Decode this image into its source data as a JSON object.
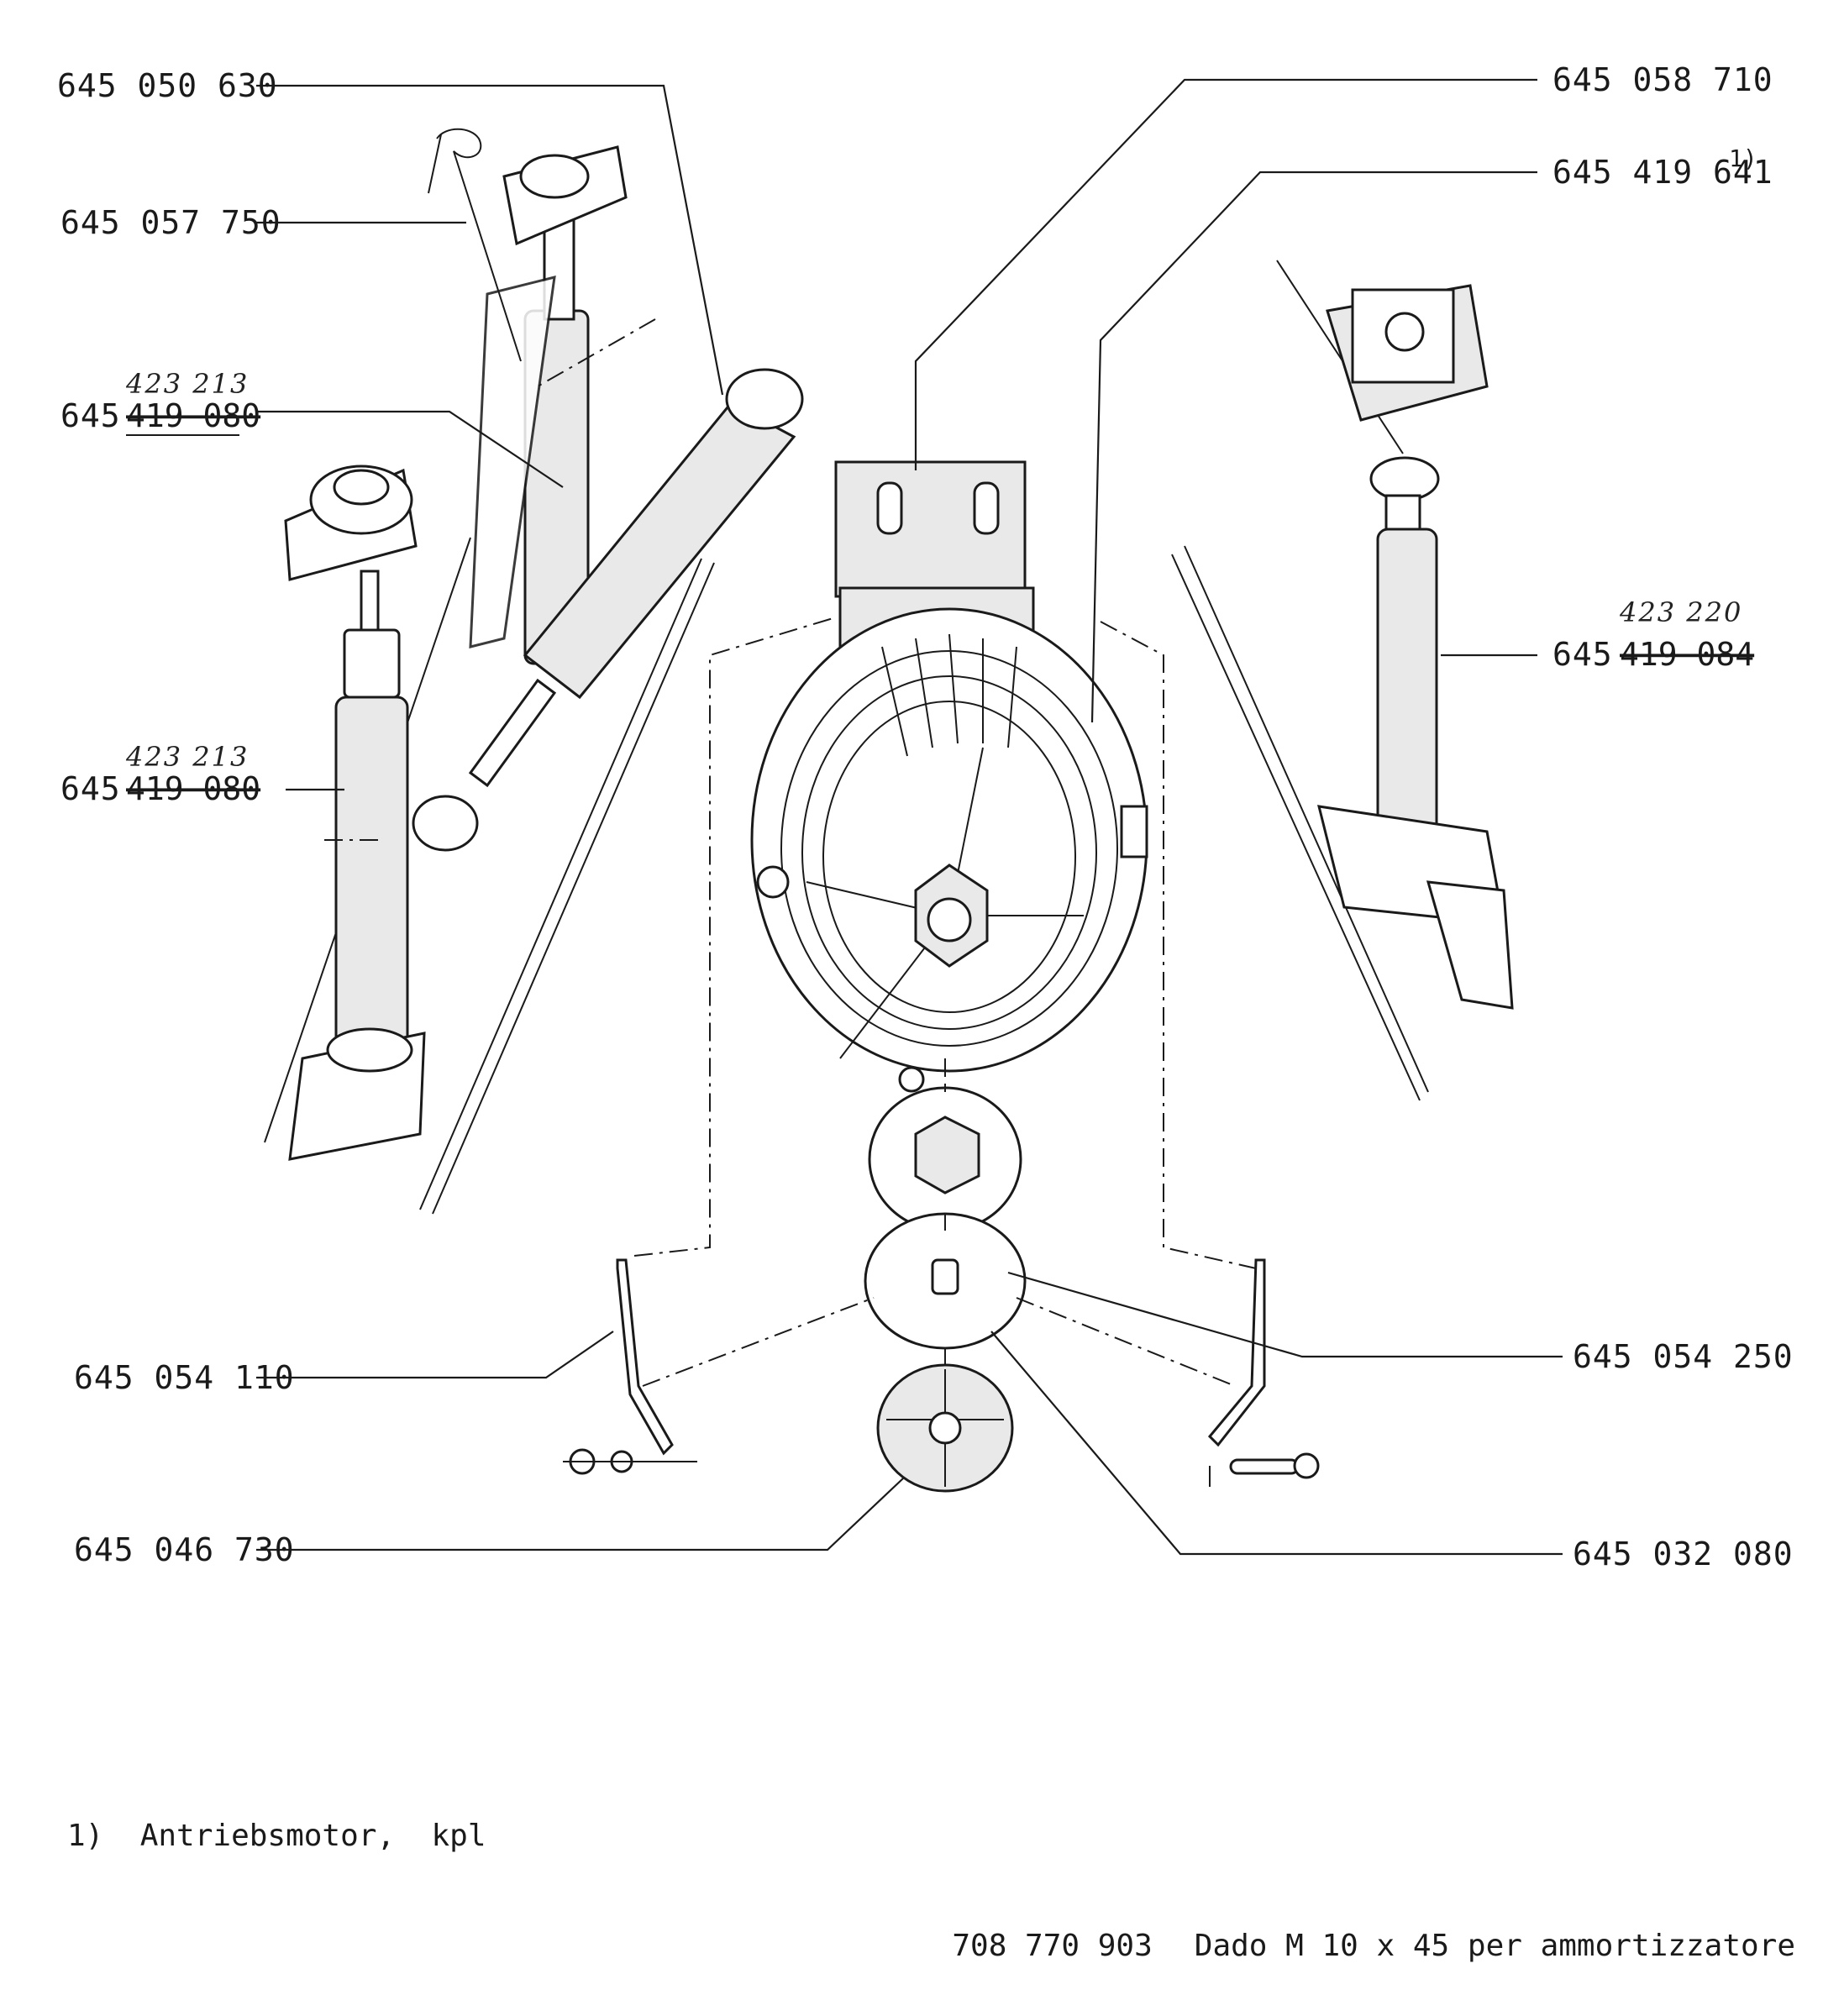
{
  "labels": {
    "l1": "645 050 630",
    "l2": "645 057 750",
    "l3_prefix": "645",
    "l3_struck": "419 080",
    "l3_hand": "423 213",
    "l4_prefix": "645",
    "l4_struck": "419 080",
    "l4_hand": "423 213",
    "l5": "645 054 110",
    "l6": "645 046 730",
    "r1": "645 058 710",
    "r2": "645 419 641",
    "r2_sup": "1)",
    "r3_prefix": "645",
    "r3_struck": "419 084",
    "r3_hand": "423 220",
    "r4": "645 054 250",
    "r5": "645 032 080"
  },
  "footnote": "1)  Antriebsmotor,  kpl",
  "note": {
    "code": "708 770 903",
    "text": "Dado M 10 x 45 per ammortizzatore"
  }
}
